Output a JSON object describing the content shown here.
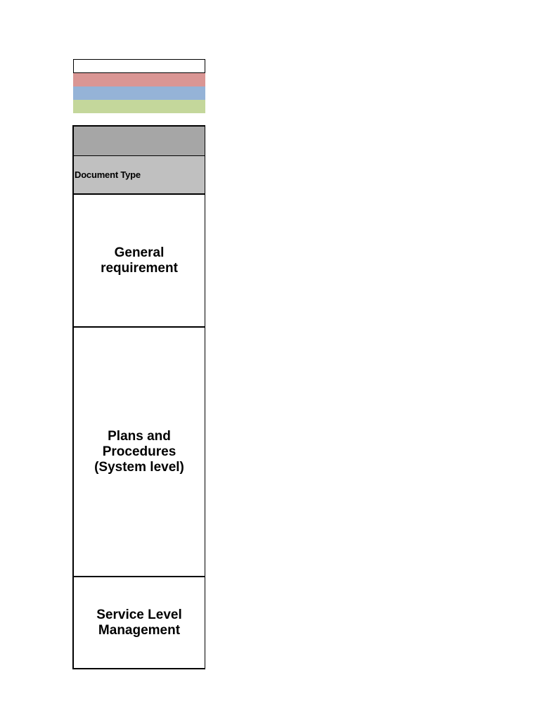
{
  "legend": {
    "swatches": [
      {
        "name": "white",
        "color": "#ffffff"
      },
      {
        "name": "red",
        "color": "#da9694"
      },
      {
        "name": "blue",
        "color": "#95b3d7"
      },
      {
        "name": "green",
        "color": "#c4d79b"
      }
    ]
  },
  "table": {
    "header_label": "Document Type",
    "rows": [
      {
        "label": "General\nrequirement"
      },
      {
        "label": "Plans and\nProcedures\n(System level)"
      },
      {
        "label": "Service Level\nManagement"
      }
    ]
  }
}
